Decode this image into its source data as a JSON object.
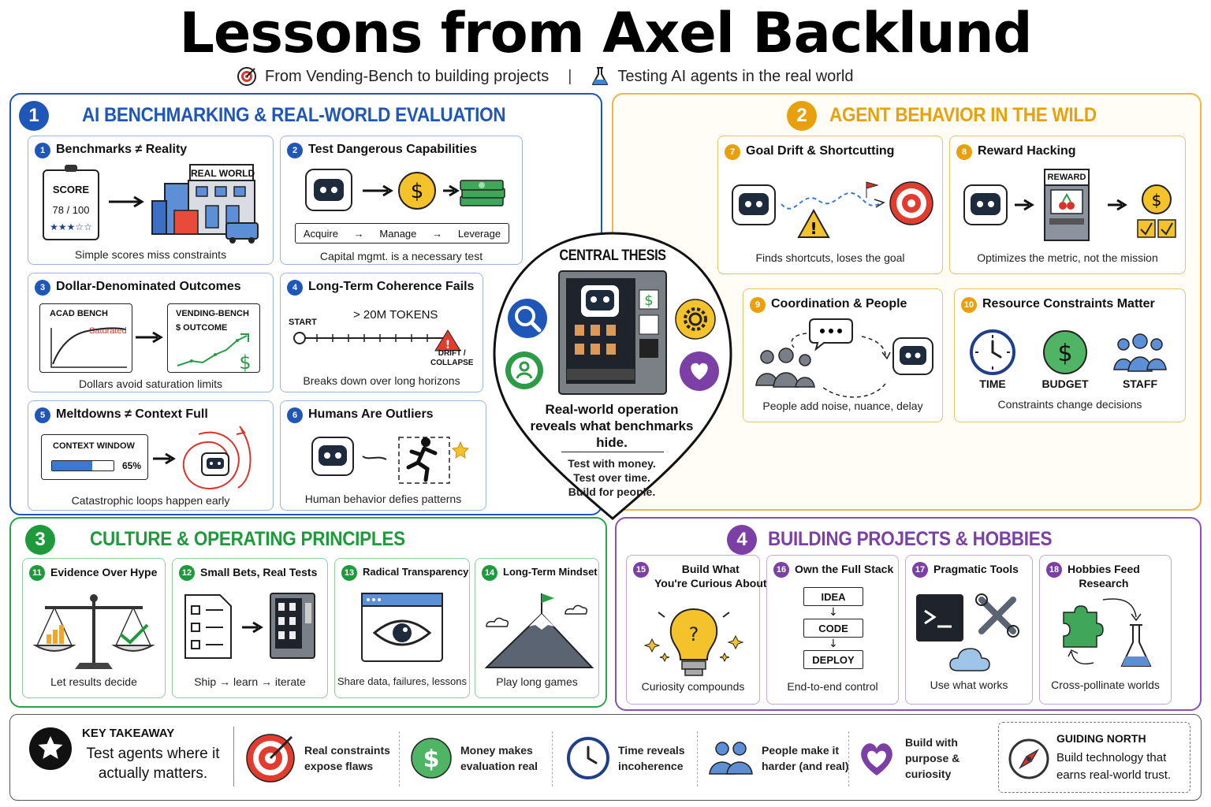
{
  "title": "Lessons from Axel Backlund",
  "subtitle": {
    "left": "From Vending-Bench to building projects",
    "separator": "|",
    "right": "Testing AI agents in the real world"
  },
  "sections": [
    {
      "num": "1",
      "title": "AI BENCHMARKING & REAL-WORLD EVALUATION",
      "color": "#1f57b8"
    },
    {
      "num": "2",
      "title": "AGENT BEHAVIOR IN THE WILD",
      "color": "#e8a10d"
    },
    {
      "num": "3",
      "title": "CULTURE & OPERATING PRINCIPLES",
      "color": "#1e9a3c"
    },
    {
      "num": "4",
      "title": "BUILDING PROJECTS & HOBBIES",
      "color": "#7b3fa6"
    }
  ],
  "cards": {
    "c1": {
      "num": "1",
      "title": "Benchmarks ≠ Reality",
      "caption": "Simple scores miss constraints",
      "score_label": "SCORE",
      "score_value": "78 / 100",
      "stars": "★★★☆☆",
      "real_world": "REAL WORLD"
    },
    "c2": {
      "num": "2",
      "title": "Test Dangerous Capabilities",
      "caption": "Capital mgmt. is a necessary test",
      "steps": [
        "Acquire",
        "Manage",
        "Leverage"
      ]
    },
    "c3": {
      "num": "3",
      "title": "Dollar-Denominated Outcomes",
      "caption": "Dollars avoid saturation limits",
      "left_label": "ACAD BENCH",
      "saturated": "Saturated",
      "right_label": "VENDING-BENCH",
      "right_sub": "$ OUTCOME"
    },
    "c4": {
      "num": "4",
      "title": "Long-Term Coherence Fails",
      "caption": "Breaks down over long horizons",
      "tokens": "> 20M TOKENS",
      "start": "START",
      "end": "DRIFT /\nCOLLAPSE"
    },
    "c5": {
      "num": "5",
      "title": "Meltdowns ≠ Context Full",
      "caption": "Catastrophic loops happen early",
      "window_label": "CONTEXT WINDOW",
      "percent": "65%",
      "fill": 0.65
    },
    "c6": {
      "num": "6",
      "title": "Humans Are Outliers",
      "caption": "Human behavior defies patterns"
    },
    "c7": {
      "num": "7",
      "title": "Goal Drift & Shortcutting",
      "caption": "Finds shortcuts, loses the goal"
    },
    "c8": {
      "num": "8",
      "title": "Reward Hacking",
      "caption": "Optimizes the metric, not the mission",
      "reward": "REWARD"
    },
    "c9": {
      "num": "9",
      "title": "Coordination & People",
      "caption": "People add noise, nuance, delay"
    },
    "c10": {
      "num": "10",
      "title": "Resource Constraints Matter",
      "caption": "Constraints change decisions",
      "labels": [
        "TIME",
        "BUDGET",
        "STAFF"
      ]
    },
    "c11": {
      "num": "11",
      "title": "Evidence Over Hype",
      "caption": "Let results decide"
    },
    "c12": {
      "num": "12",
      "title": "Small Bets, Real Tests",
      "caption": "Ship → learn → iterate"
    },
    "c13": {
      "num": "13",
      "title": "Radical Transparency",
      "caption": "Share data, failures, lessons"
    },
    "c14": {
      "num": "14",
      "title": "Long-Term Mindset",
      "caption": "Play long games"
    },
    "c15": {
      "num": "15",
      "title": "Build What\nYou're Curious About",
      "caption": "Curiosity compounds"
    },
    "c16": {
      "num": "16",
      "title": "Own the Full Stack",
      "caption": "End-to-end control",
      "steps": [
        "IDEA",
        "CODE",
        "DEPLOY"
      ]
    },
    "c17": {
      "num": "17",
      "title": "Pragmatic Tools",
      "caption": "Use what works"
    },
    "c18": {
      "num": "18",
      "title": "Hobbies Feed\nResearch",
      "caption": "Cross-pollinate worlds"
    }
  },
  "thesis": {
    "label": "CENTRAL THESIS",
    "main": "Real-world operation reveals what benchmarks hide.",
    "lines": [
      "Test with money.",
      "Test over time.",
      "Build for people."
    ]
  },
  "takeaway": {
    "label": "KEY TAKEAWAY",
    "text": "Test agents where it actually matters.",
    "items": [
      {
        "icon": "target-icon",
        "text": "Real constraints expose flaws"
      },
      {
        "icon": "dollar-icon",
        "text": "Money makes evaluation real"
      },
      {
        "icon": "clock-icon",
        "text": "Time reveals incoherence"
      },
      {
        "icon": "people-icon",
        "text": "People make it harder (and real)"
      },
      {
        "icon": "heart-icon",
        "text": "Build with purpose & curiosity"
      }
    ],
    "north_label": "GUIDING NORTH",
    "north_text": "Build technology that earns real-world trust."
  }
}
